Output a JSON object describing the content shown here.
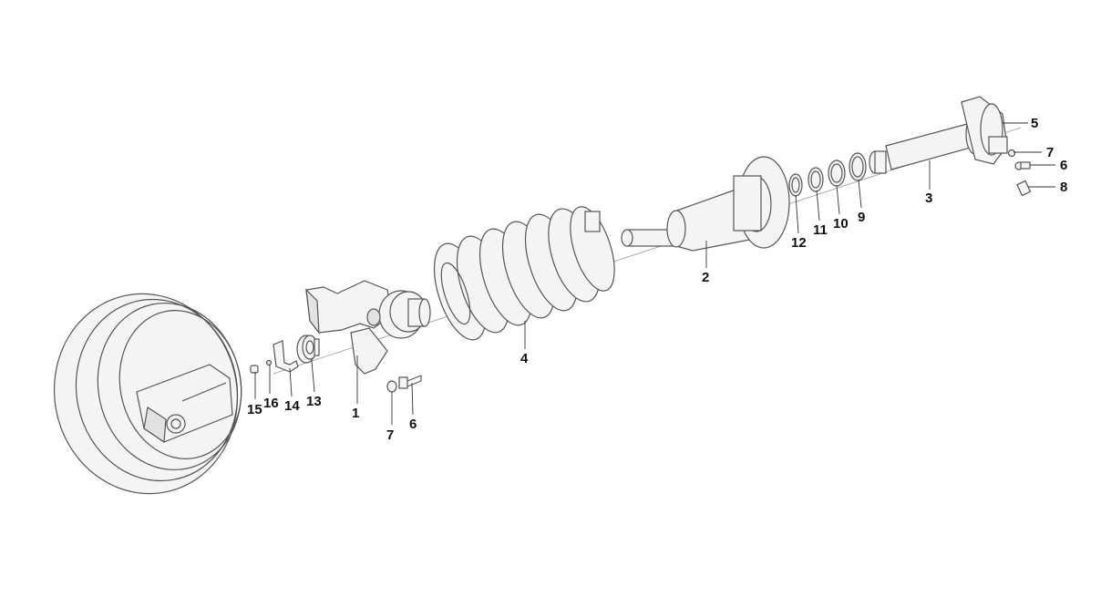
{
  "diagram": {
    "callouts": {
      "c1": "1",
      "c2": "2",
      "c3": "3",
      "c4": "4",
      "c5": "5",
      "c6_top": "6",
      "c6_bottom": "6",
      "c7_top": "7",
      "c7_bottom": "7",
      "c8": "8",
      "c9": "9",
      "c10": "10",
      "c11": "11",
      "c12": "12",
      "c13": "13",
      "c14": "14",
      "c15": "15",
      "c16": "16"
    }
  }
}
